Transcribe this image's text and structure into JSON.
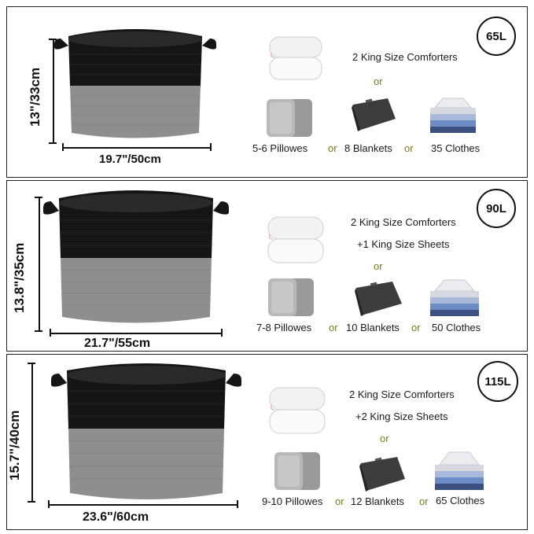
{
  "sections": [
    {
      "capacity": "65L",
      "height_dim": "13\"/33cm",
      "width_dim": "19.7\"/50cm",
      "line1": "2 King Size Comforters",
      "line2": "",
      "or_text": "or",
      "pillows": "5-6 Pillowes",
      "blankets": "8 Blankets",
      "clothes": "35 Clothes"
    },
    {
      "capacity": "90L",
      "height_dim": "13.8\"/35cm",
      "width_dim": "21.7\"/55cm",
      "line1": "2 King Size Comforters",
      "line2": "+1 King Size Sheets",
      "or_text": "or",
      "pillows": "7-8 Pillowes",
      "blankets": "10 Blankets",
      "clothes": "50 Clothes"
    },
    {
      "capacity": "115L",
      "height_dim": "15.7\"/40cm",
      "width_dim": "23.6\"/60cm",
      "line1": "2 King Size Comforters",
      "line2": "+2 King Size Sheets",
      "or_text": "or",
      "pillows": "9-10 Pillowes",
      "blankets": "12 Blankets",
      "clothes": "65 Clothes"
    }
  ],
  "colors": {
    "basket_top": "#151515",
    "basket_bottom": "#8e8e8e",
    "or": "#7a7a1e"
  },
  "icons": [
    "basket-image",
    "comforter-icon",
    "pillow-icon",
    "blanket-icon",
    "clothes-icon"
  ]
}
